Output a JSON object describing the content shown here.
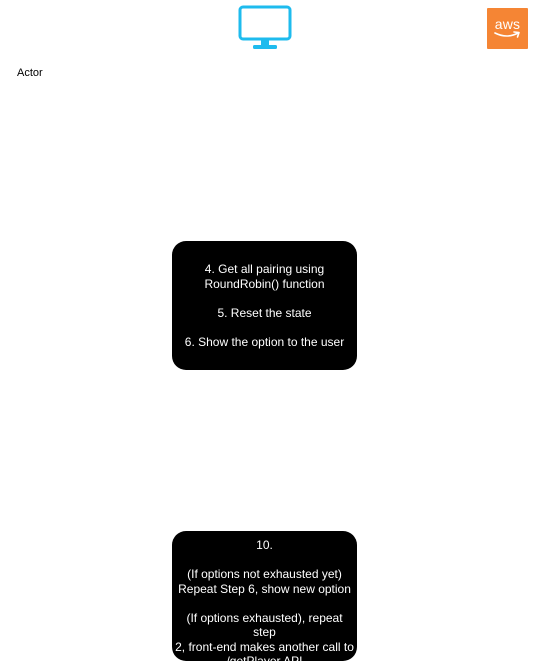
{
  "icons": {
    "monitor": "monitor-icon",
    "monitor_color": "#1ebbee",
    "aws": "aws-icon",
    "aws_color": "#f58534"
  },
  "aws_logo_text": "aws",
  "actor_label": "Actor",
  "step_box_1": {
    "lines": [
      "4. Get all pairing using",
      "RoundRobin() function",
      "",
      "5. Reset the state",
      "",
      "6. Show the option to the user"
    ]
  },
  "step_box_2": {
    "lines": [
      "10.",
      "",
      "(If options not exhausted yet)",
      "Repeat Step 6, show new option",
      "",
      "(If options exhausted), repeat step",
      "2, front-end makes another call to",
      "/getPlayer API"
    ]
  }
}
